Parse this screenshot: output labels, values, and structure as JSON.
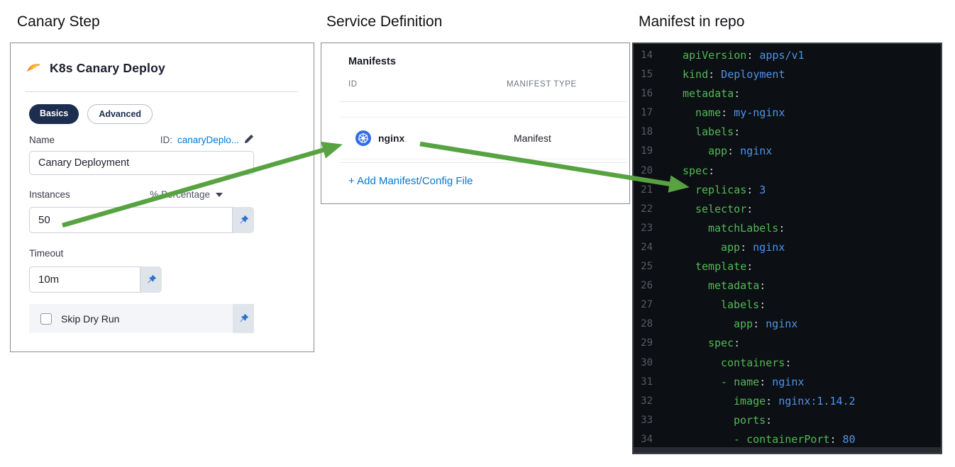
{
  "section_labels": {
    "canary_step": "Canary Step",
    "service_definition": "Service Definition",
    "manifest_in_repo": "Manifest in repo"
  },
  "canary_step": {
    "title": "K8s Canary Deploy",
    "tabs": [
      {
        "label": "Basics",
        "active": true
      },
      {
        "label": "Advanced",
        "active": false
      }
    ],
    "name_label": "Name",
    "id_prefix": "ID:",
    "id_value": "canaryDeplo...",
    "name_value": "Canary Deployment",
    "instances_label": "Instances",
    "instances_unit": "% Percentage",
    "instances_value": "50",
    "timeout_label": "Timeout",
    "timeout_value": "10m",
    "skip_dry_run_label": "Skip Dry Run",
    "skip_dry_run_checked": false
  },
  "service_definition": {
    "title": "Manifests",
    "columns": {
      "id": "ID",
      "type": "MANIFEST TYPE"
    },
    "rows": [
      {
        "id": "nginx",
        "type": "Manifest",
        "icon": "kubernetes-icon"
      }
    ],
    "add_link": "+ Add Manifest/Config File"
  },
  "manifest_editor": {
    "language": "yaml",
    "first_line_number": 14,
    "lines": [
      {
        "num": 14,
        "indent": 0,
        "dash": false,
        "key": "apiVersion",
        "value": "apps/v1"
      },
      {
        "num": 15,
        "indent": 0,
        "dash": false,
        "key": "kind",
        "value": "Deployment"
      },
      {
        "num": 16,
        "indent": 0,
        "dash": false,
        "key": "metadata",
        "value": ""
      },
      {
        "num": 17,
        "indent": 2,
        "dash": false,
        "key": "name",
        "value": "my-nginx"
      },
      {
        "num": 18,
        "indent": 2,
        "dash": false,
        "key": "labels",
        "value": ""
      },
      {
        "num": 19,
        "indent": 4,
        "dash": false,
        "key": "app",
        "value": "nginx"
      },
      {
        "num": 20,
        "indent": 0,
        "dash": false,
        "key": "spec",
        "value": ""
      },
      {
        "num": 21,
        "indent": 2,
        "dash": false,
        "key": "replicas",
        "value": "3"
      },
      {
        "num": 22,
        "indent": 2,
        "dash": false,
        "key": "selector",
        "value": ""
      },
      {
        "num": 23,
        "indent": 4,
        "dash": false,
        "key": "matchLabels",
        "value": ""
      },
      {
        "num": 24,
        "indent": 6,
        "dash": false,
        "key": "app",
        "value": "nginx"
      },
      {
        "num": 25,
        "indent": 2,
        "dash": false,
        "key": "template",
        "value": ""
      },
      {
        "num": 26,
        "indent": 4,
        "dash": false,
        "key": "metadata",
        "value": ""
      },
      {
        "num": 27,
        "indent": 6,
        "dash": false,
        "key": "labels",
        "value": ""
      },
      {
        "num": 28,
        "indent": 8,
        "dash": false,
        "key": "app",
        "value": "nginx"
      },
      {
        "num": 29,
        "indent": 4,
        "dash": false,
        "key": "spec",
        "value": ""
      },
      {
        "num": 30,
        "indent": 6,
        "dash": false,
        "key": "containers",
        "value": ""
      },
      {
        "num": 31,
        "indent": 6,
        "dash": true,
        "key": "name",
        "value": "nginx"
      },
      {
        "num": 32,
        "indent": 8,
        "dash": false,
        "key": "image",
        "value": "nginx:1.14.2"
      },
      {
        "num": 33,
        "indent": 8,
        "dash": false,
        "key": "ports",
        "value": ""
      },
      {
        "num": 34,
        "indent": 8,
        "dash": true,
        "key": "containerPort",
        "value": "80"
      }
    ]
  },
  "colors": {
    "accent_blue": "#0278d5",
    "arrow_green": "#57a341",
    "navy_pill": "#1c2d4f",
    "kubernetes_blue": "#326ce5",
    "pin_blue": "#2b72cf",
    "code_background": "#0c0f13",
    "code_key_green": "#53b957",
    "code_value_blue": "#4f94ea",
    "code_line_number_gray": "#565d66"
  }
}
